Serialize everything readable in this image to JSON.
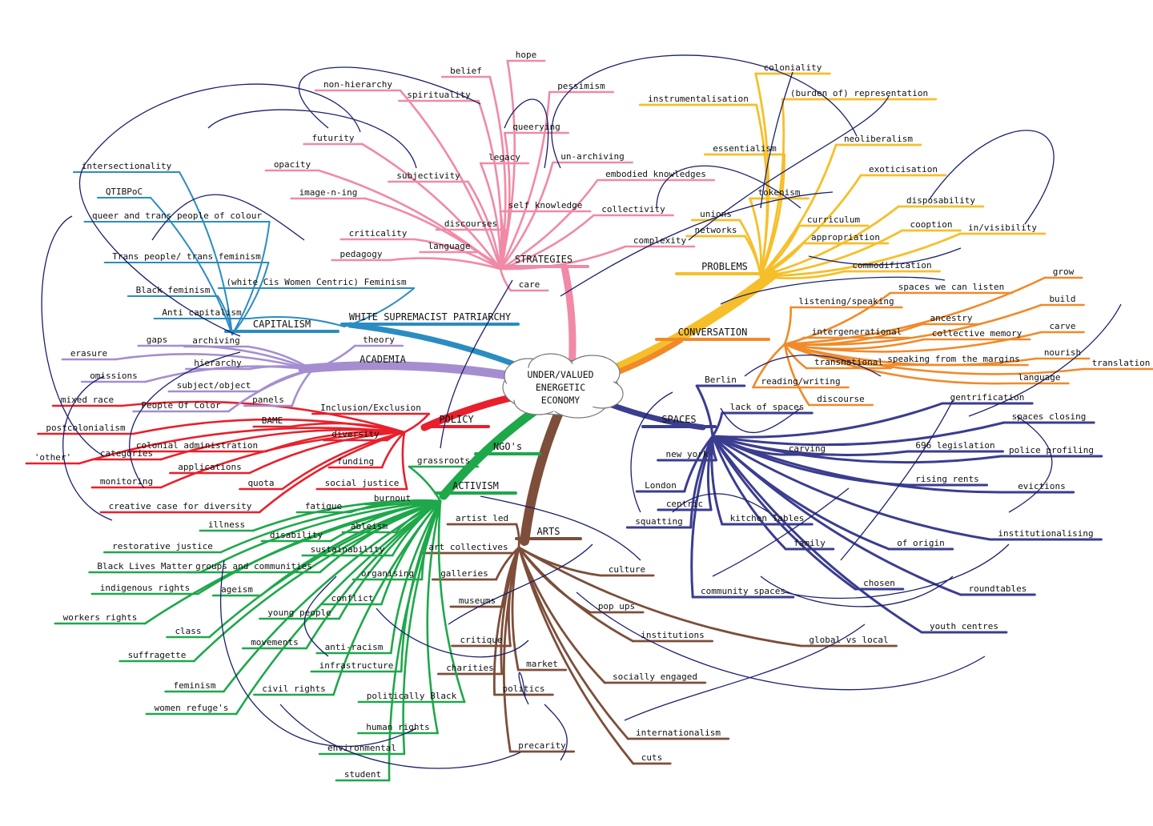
{
  "center": {
    "label_lines": [
      "UNDER/VALUED",
      "ENERGETIC",
      "ECONOMY"
    ]
  },
  "colors": {
    "strategies": "#f08aa6",
    "problems": "#f6bf2a",
    "conversation": "#f08a2a",
    "spaces": "#3b3d8f",
    "arts": "#7d4e3a",
    "activism": "#1ea84a",
    "policy": "#e8202c",
    "academia": "#a48ed0",
    "white_supremacist_patriarchy": "#2b8cc1",
    "capitalism": "#2b8cc1",
    "link": "#1a1f6b"
  },
  "branches": [
    {
      "key": "strategies",
      "label": "STRATEGIES"
    },
    {
      "key": "problems",
      "label": "PROBLEMS"
    },
    {
      "key": "conversation",
      "label": "CONVERSATION"
    },
    {
      "key": "spaces",
      "label": "SPACES"
    },
    {
      "key": "arts",
      "label": "ARTS"
    },
    {
      "key": "activism",
      "label": "ACTIVISM"
    },
    {
      "key": "ngos",
      "label": "NGO's"
    },
    {
      "key": "policy",
      "label": "POLICY"
    },
    {
      "key": "academia",
      "label": "ACADEMIA"
    },
    {
      "key": "white_supremacist_patriarchy",
      "label": "WHITE SUPREMACIST PATRIARCHY"
    },
    {
      "key": "capitalism",
      "label": "CAPITALISM"
    }
  ],
  "nodes": {
    "strategies": [
      "hope",
      "belief",
      "pessimism",
      "non-hierarchy",
      "spirituality",
      "queerying",
      "futurity",
      "legacy",
      "un-archiving",
      "opacity",
      "subjectivity",
      "embodied knowledges",
      "image-n-ing",
      "self knowledge",
      "collectivity",
      "discourses",
      "criticality",
      "language",
      "complexity",
      "pedagogy",
      "care"
    ],
    "problems": [
      "coloniality",
      "instrumentalisation",
      "(burden of) representation",
      "neoliberalism",
      "essentialism",
      "exoticisation",
      "tokenism",
      "disposability",
      "unions",
      "curriculum",
      "networks",
      "cooption",
      "appropriation",
      "in/visibility",
      "commodification"
    ],
    "conversation": [
      "grow",
      "spaces we can listen",
      "listening/speaking",
      "build",
      "ancestry",
      "carve",
      "intergenerational",
      "collective memory",
      "nourish",
      "translation",
      "speaking from the margins",
      "transnational",
      "language",
      "reading/writing",
      "discourse"
    ],
    "spaces": [
      "Berlin",
      "gentrification",
      "lack of spaces",
      "spaces closing",
      "696 legislation",
      "carving",
      "new york",
      "police profiling",
      "rising rents",
      "London",
      "evictions",
      "centric",
      "squatting",
      "kitchen Tables",
      "institutionalising",
      "family",
      "of origin",
      "chosen",
      "community spaces",
      "roundtables",
      "youth centres"
    ],
    "arts": [
      "artist led",
      "art collectives",
      "galleries",
      "culture",
      "museums",
      "pop ups",
      "critique",
      "institutions",
      "market",
      "charities",
      "socially engaged",
      "politics",
      "global vs local",
      "internationalism",
      "precarity",
      "cuts"
    ],
    "activism": [
      "grassroots",
      "burnout",
      "fatigue",
      "ableism",
      "illness",
      "disability",
      "sustainability",
      "restorative justice",
      "organising",
      "groups and communities",
      "Black Lives Matter",
      "ageism",
      "indigenous rights",
      "conflict",
      "young people",
      "workers rights",
      "class",
      "movements",
      "anti-racism",
      "suffragette",
      "infrastructure",
      "civil rights",
      "feminism",
      "politically Black",
      "women refuge's",
      "human rights",
      "environmental",
      "student"
    ],
    "policy": [
      "Inclusion/Exclusion",
      "diversity",
      "funding",
      "social justice",
      "BAME",
      "colonial administration",
      "categories",
      "'other'",
      "applications",
      "monitoring",
      "quota",
      "creative case for diversity",
      "mixed race",
      "postcolonialism"
    ],
    "academia": [
      "theory",
      "gaps",
      "archiving",
      "erasure",
      "hierarchy",
      "omissions",
      "subject/object",
      "panels",
      "People Of Color"
    ],
    "wsp": [
      "intersectionality",
      "QTIBPoC",
      "queer and trans people of colour",
      "Trans people/ trans feminism",
      "Black feminism",
      "(white Cis Women Centric) Feminism",
      "Anti capitalism"
    ]
  }
}
